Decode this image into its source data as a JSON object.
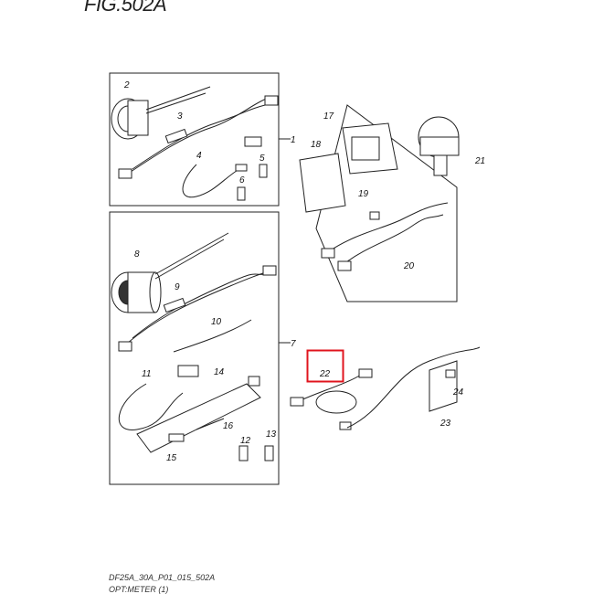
{
  "figure": {
    "title": "FIG.502A",
    "code": "DF25A_30A_P01_015_502A",
    "subtitle": "OPT:METER (1)"
  },
  "highlight": {
    "part": "22",
    "color": "#e0141e"
  },
  "callouts": [
    "1",
    "2",
    "3",
    "4",
    "5",
    "6",
    "7",
    "8",
    "9",
    "10",
    "11",
    "12",
    "13",
    "14",
    "15",
    "16",
    "17",
    "18",
    "19",
    "20",
    "21",
    "22",
    "23",
    "24"
  ]
}
